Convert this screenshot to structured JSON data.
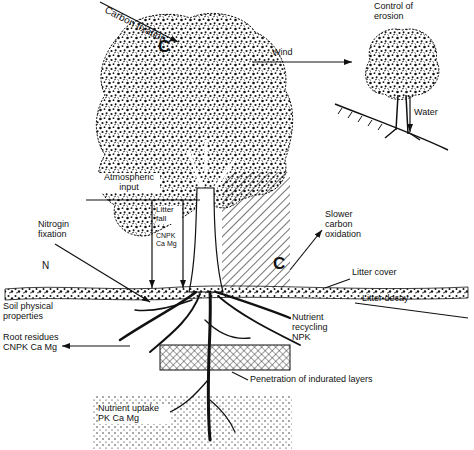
{
  "diagram": {
    "labels": [
      "Carbon fixation",
      "C",
      "Control of erosion",
      "Wind",
      "Water",
      "Atmospheric input",
      "Litter fall",
      "CNPK Ca Mg",
      "Nitrogin fixation",
      "N",
      "C",
      "Slower carbon oxidation",
      "Litter cover",
      "Soil physical properties",
      "Litter decay",
      "Nutrient recycling NPK",
      "Root residues CNPK Ca Mg",
      "Penetration of indurated layers",
      "Nutrient uptake PK Ca Mg"
    ]
  }
}
